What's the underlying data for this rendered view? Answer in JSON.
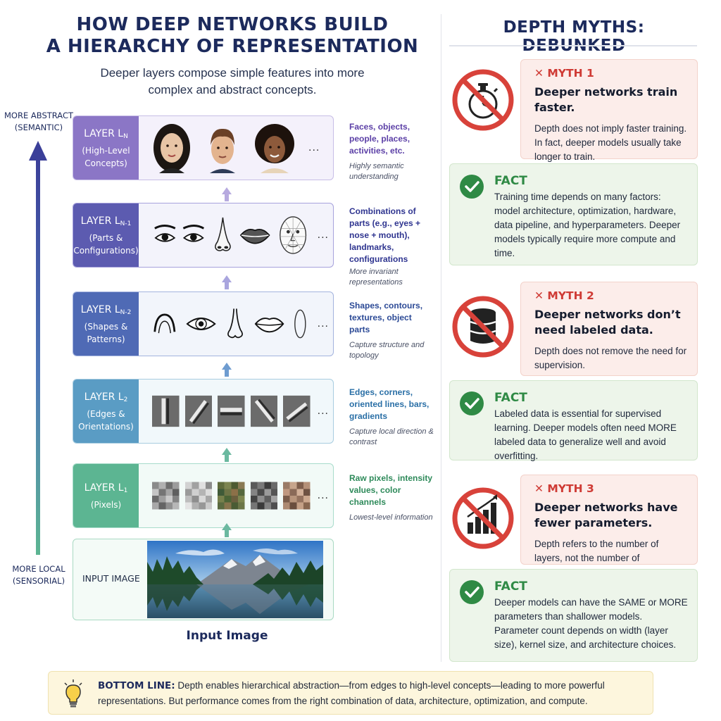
{
  "left": {
    "title_line1": "HOW DEEP NETWORKS BUILD",
    "title_line2": "A HIERARCHY OF REPRESENTATION",
    "subtitle": "Deeper layers compose simple features into more complex and abstract concepts.",
    "axis_top_1": "MORE ABSTRACT",
    "axis_top_2": "(SEMANTIC)",
    "axis_bottom_1": "MORE LOCAL",
    "axis_bottom_2": "(SENSORIAL)",
    "layers": [
      {
        "name": "LAYER L",
        "sub": "N",
        "desc_1": "(High-Level",
        "desc_2": "Concepts)",
        "features": "Faces, objects, people, places, activities, etc.",
        "note": "Highly semantic understanding",
        "color": "#5b3fa6"
      },
      {
        "name": "LAYER L",
        "sub": "N-1",
        "desc_1": "(Parts &",
        "desc_2": "Configurations)",
        "features": "Combinations of parts (e.g., eyes + nose + mouth), landmarks, configurations",
        "note": "More invariant representations",
        "color": "#2f3590"
      },
      {
        "name": "LAYER L",
        "sub": "N-2",
        "desc_1": "(Shapes &",
        "desc_2": "Patterns)",
        "features": "Shapes, contours, textures, object parts",
        "note": "Capture structure and topology",
        "color": "#2c4a96"
      },
      {
        "name": "LAYER L",
        "sub": "2",
        "desc_1": "(Edges &",
        "desc_2": "Orientations)",
        "features": "Edges, corners, oriented lines, bars, gradients",
        "note": "Capture local direction & contrast",
        "color": "#2a6fa6"
      },
      {
        "name": "LAYER L",
        "sub": "1",
        "desc_1": "(Pixels)",
        "desc_2": "",
        "features": "Raw pixels, intensity values, color channels",
        "note": "Lowest-level information",
        "color": "#2e8a5a"
      }
    ],
    "ellipsis": "...",
    "input_label": "INPUT IMAGE",
    "input_caption": "Input Image"
  },
  "right": {
    "title": "DEPTH MYTHS: DEBUNKED",
    "myths": [
      {
        "tag": "✕ MYTH 1",
        "claim": "Deeper networks train faster.",
        "body": "Depth does not imply faster training. In fact, deeper models usually take longer to train.",
        "fact_tag": "FACT",
        "fact_body": "Training time depends on many factors: model architecture, optimization, hardware, data pipeline, and hyperparameters. Deeper models typically require more compute and time.",
        "icon": "stopwatch-icon"
      },
      {
        "tag": "✕ MYTH 2",
        "claim": "Deeper networks don’t need labeled data.",
        "body": "Depth does not remove the need for supervision.",
        "fact_tag": "FACT",
        "fact_body": "Labeled data is essential for supervised learning. Deeper models often need MORE labeled data to generalize well and avoid overfitting.",
        "icon": "database-icon"
      },
      {
        "tag": "✕ MYTH 3",
        "claim": "Deeper networks have fewer parameters.",
        "body": "Depth refers to the number of layers, not the number of parameters.",
        "fact_tag": "FACT",
        "fact_body": "Deeper models can have the SAME or MORE parameters than shallower models. Parameter count depends on width (layer size), kernel size, and architecture choices.",
        "icon": "bar-chart-icon"
      }
    ]
  },
  "bottom_line": {
    "lead": "BOTTOM LINE:",
    "text": " Depth enables hierarchical abstraction—from edges to high-level concepts—leading to more powerful representations. But performance comes from the right combination of data, architecture, optimization, and compute."
  },
  "colors": {
    "title": "#1c2a5c",
    "myth_red": "#cf3b35",
    "fact_green": "#2f8a45",
    "ban_red": "#d8423a"
  }
}
